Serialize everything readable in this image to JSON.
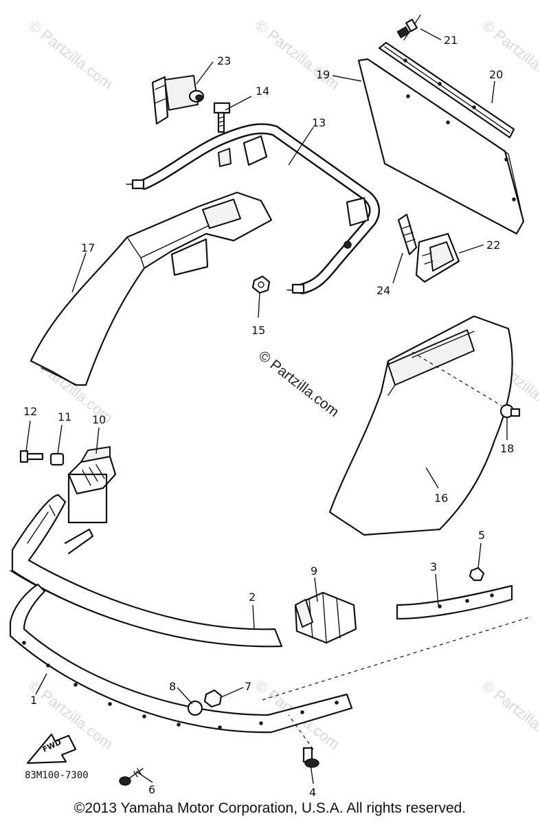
{
  "watermark": {
    "text": "© Partzilla.com",
    "small_text": "© Partzilla.com"
  },
  "diagram_code": "83M100-7300",
  "fwd_label": "FWD",
  "callouts": [
    "1",
    "2",
    "3",
    "4",
    "5",
    "6",
    "7",
    "8",
    "9",
    "10",
    "11",
    "12",
    "13",
    "14",
    "15",
    "16",
    "17",
    "18",
    "19",
    "20",
    "21",
    "22",
    "23",
    "24"
  ],
  "copyright": "©2013 Yamaha Motor Corporation, U.S.A. All rights reserved."
}
